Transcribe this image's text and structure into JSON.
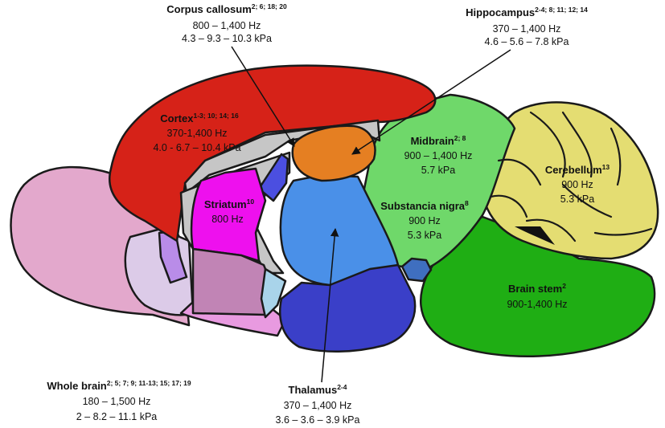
{
  "labels": {
    "corpus_callosum": {
      "name": "Corpus callosum",
      "refs": "2; 6; 18; 20",
      "frequency": "800 – 1,400 Hz",
      "stiffness": "4.3 – 9.3 – 10.3 kPa"
    },
    "hippocampus": {
      "name": "Hippocampus",
      "refs": "2-4; 8; 11; 12; 14",
      "frequency": "370 – 1,400 Hz",
      "stiffness": "4.6 – 5.6 – 7.8 kPa"
    },
    "cortex": {
      "name": "Cortex",
      "refs": "1-3; 10; 14; 16",
      "frequency": "370-1,400 Hz",
      "stiffness": "4.0  - 6.7 – 10.4 kPa"
    },
    "midbrain": {
      "name": "Midbrain",
      "refs": "2; 8",
      "frequency": "900 – 1,400 Hz",
      "stiffness": "5.7 kPa"
    },
    "cerebellum": {
      "name": "Cerebellum",
      "refs": "13",
      "frequency": "900 Hz",
      "stiffness": "5.3 kPa"
    },
    "striatum": {
      "name": "Striatum",
      "refs": "10",
      "frequency": "800 Hz"
    },
    "substancia_nigra": {
      "name": "Substancia nigra",
      "refs": "8",
      "frequency": "900 Hz",
      "stiffness": "5.3 kPa"
    },
    "brain_stem": {
      "name": "Brain stem",
      "refs": "2",
      "frequency": "900-1,400 Hz"
    },
    "whole_brain": {
      "name": "Whole brain",
      "refs": "2; 5; 7; 9; 11-13; 15; 17; 19",
      "frequency": "180 – 1,500 Hz",
      "stiffness": "2 – 8.2 – 11.1 kPa"
    },
    "thalamus": {
      "name": "Thalamus",
      "refs": "2-4",
      "frequency": "370 – 1,400 Hz",
      "stiffness": "3.6 – 3.6 – 3.9 kPa"
    }
  },
  "colors": {
    "cortex": "#d62218",
    "olfactory": "#e3a8cc",
    "cerebellum": "#e4dd72",
    "midbrain": "#6fd86a",
    "brain_stem": "#1fae14",
    "thalamus": "#4a90e8",
    "hypothalamus": "#3a3fc8",
    "corpus_callosum": "#c6c6c6",
    "hippocampus": "#e57f22",
    "striatum": "#ee10ee",
    "septum": "#4b4fe0",
    "pallidum": "#c184b5",
    "substancia_nigra": "#3f6fc0"
  }
}
